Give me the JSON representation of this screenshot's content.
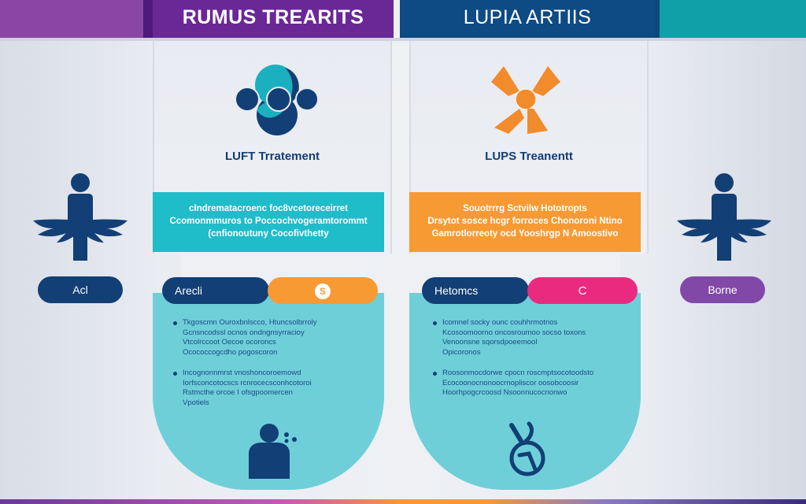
{
  "header": {
    "left_title": "RUMUS TREARITS",
    "right_title": "LUPIA ARTIIS",
    "colors": {
      "far_left": "#8b45a5",
      "left": "#6a2896",
      "right": "#0e4a84",
      "far_right": "#0fa0a8"
    }
  },
  "left_column": {
    "logo_icon": "molecule-circles-icon",
    "caption": "LUFT Trratement",
    "banner_lines": [
      "cIndrematacroenc foc8vcetoreceirret",
      "Ccomonmmuros to Poccochvogeramtorommt",
      "(cnfionoutuny Cocofivthetty"
    ],
    "banner_color": "#1fbcca",
    "pill_primary": "Arecli",
    "pill_secondary_badge": "S",
    "pill_secondary_color": "#f79a33",
    "bullets": [
      {
        "lines": [
          "Tkgoscmn Ouroxbnlscco, Htuncsolbrroly",
          "Gcnsncodssl ocnos ondngnsyrracioy",
          "Vtcolrccoot Oecoe ocoroncs",
          "Ocococcogcdho pogoscoron"
        ]
      },
      {
        "lines": [
          "Incognonnmrst vnoshoncoroemowd",
          "Iorfsconcotocscs rcnrocecsconhcotoroi",
          "Rstmcthe orcoe I ofsgpoomercen",
          "Vpotiels"
        ]
      }
    ],
    "bottom_icon": "person-thinking-icon"
  },
  "right_column": {
    "logo_icon": "orange-ribbon-icon",
    "caption": "LUPS Treanentt",
    "banner_lines": [
      "Souotrrrg Sctvilw Hototropts",
      "Drsytot sosce hcgr forroces Chonoroni Ntino",
      "Gamrotlorreoty ocd Yooshrgp N Amoostivo"
    ],
    "banner_color": "#f79a33",
    "pill_primary": "Hetomcs",
    "pill_secondary_badge": "C",
    "pill_secondary_color": "#ea2a7e",
    "bullets": [
      {
        "lines": [
          "Icomnel socky ounc couhhrmotnos",
          "Kcosoomoorno oncosroumoo socso toxons",
          "Venoonsne sqorsdpoeemool",
          "Opicoronos"
        ]
      },
      {
        "lines": [
          "Roosonmocdorwe cpocn roscmptsocotoodsto",
          "Ecocoonocnonoocrnopliscor oosobcoosir",
          "Hoorhpogcrcoosd Nsoonnucocnonwo"
        ]
      }
    ],
    "bottom_icon": "stethoscope-clock-icon"
  },
  "side_left": {
    "figure_icon": "winged-person-icon",
    "pill_label": "Acl",
    "pill_color": "#123f75"
  },
  "side_right": {
    "figure_icon": "winged-person-icon",
    "pill_label": "Borne",
    "pill_color": "#8148a8"
  }
}
